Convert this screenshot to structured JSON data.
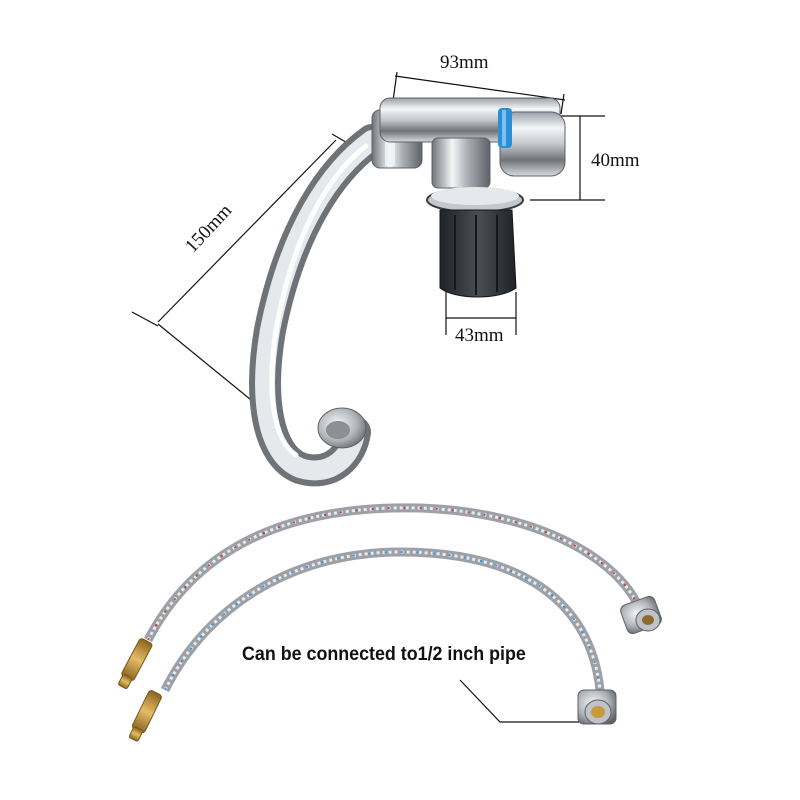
{
  "dimensions": {
    "width_label": "93mm",
    "height_label": "40mm",
    "base_label": "43mm",
    "spout_label": "150mm"
  },
  "caption": "Can be connected to1/2 inch pipe",
  "colors": {
    "chrome_dark": "#6f7378",
    "chrome_light": "#f4f6f8",
    "handle_accent": "#2a8fd6",
    "base_black": "#2a2d31",
    "hose_red": "#d83a3a",
    "hose_blue": "#3a8fd8",
    "brass": "#c99a3c"
  }
}
